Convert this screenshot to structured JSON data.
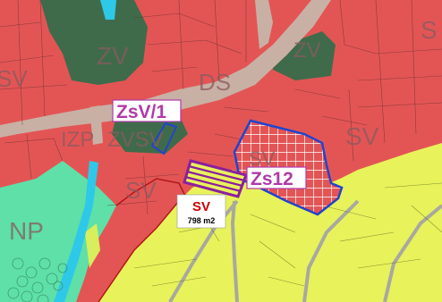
{
  "zones": {
    "zv_top": "ZV",
    "zv_right": "ZV",
    "ds": "DS",
    "sv_left": "SV",
    "sv_right": "SV",
    "sv_mid": "SV",
    "sv_inside": "SV",
    "s_corner": "S",
    "izp": "IZP",
    "zvsv": "ZVSV",
    "np": "NP"
  },
  "overlays": {
    "zsv1": "ZsV/1",
    "zs12": "Zs12"
  },
  "highlight": {
    "label": "SV",
    "area": "798 m2"
  },
  "colors": {
    "residential": "#e35555",
    "greenery": "#3f6b4b",
    "agricultural": "#e8f25a",
    "nature": "#5ee0a8",
    "water": "#2ec8e8",
    "road": "#c9b0a4",
    "frame_blue": "#2244cc",
    "frame_purple": "#8a1f9e",
    "accent_red": "#cc0000"
  }
}
